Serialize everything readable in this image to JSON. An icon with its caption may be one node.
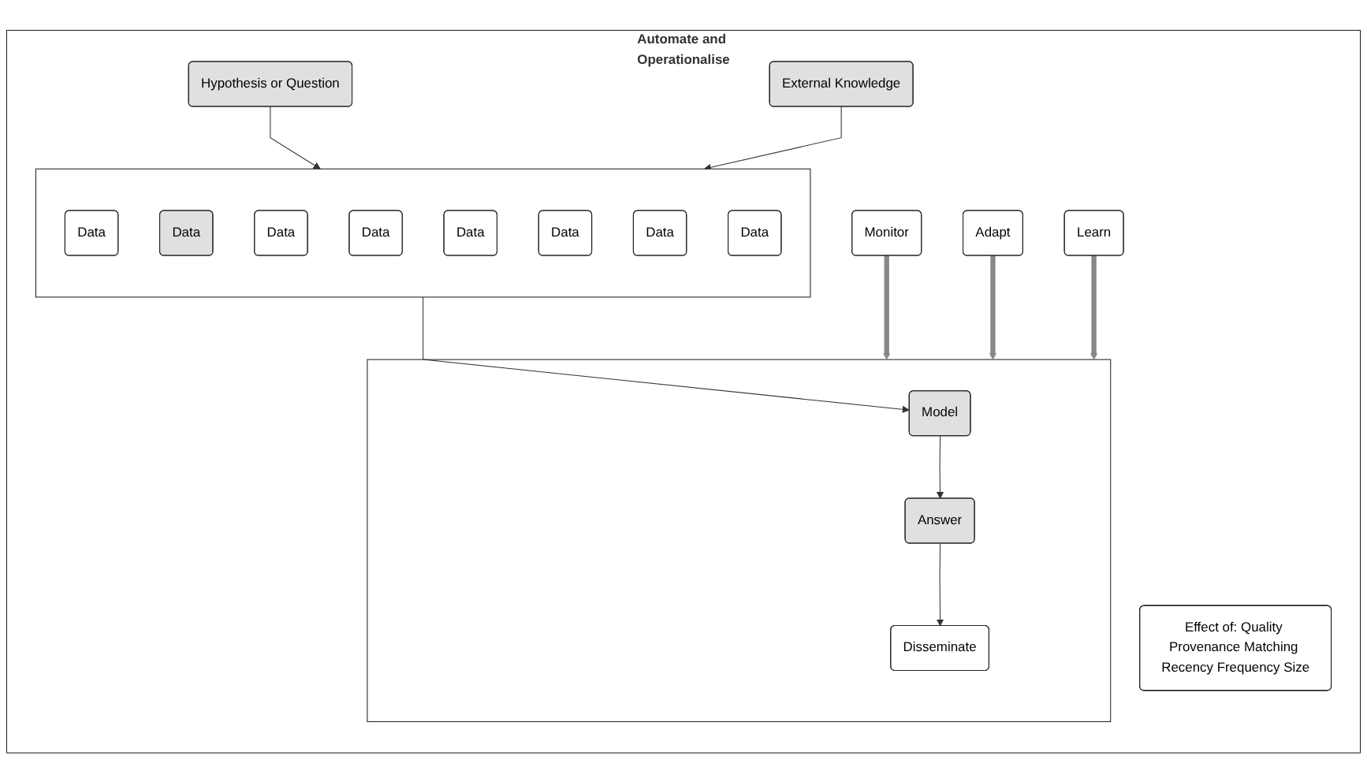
{
  "diagram": {
    "nodes": [
      {
        "text": [
          "Automate and Operationalise"
        ]
      },
      {
        "text": [
          "Hypothesis or Question"
        ],
        "in": 0
      },
      {
        "text": [
          "External Knowledge"
        ],
        "in": 0
      },
      {
        "text": [
          "Effect of: Quality Provenance Matching Recency Frequency Size"
        ],
        "in": 0
      },
      {
        "text": [],
        "shape": "box",
        "in": 0
      },
      {
        "text": [
          "Data"
        ],
        "in": 4
      },
      {
        "text": [
          "Data"
        ],
        "in": 4
      },
      {
        "text": [
          "Data"
        ],
        "in": 4
      },
      {
        "text": [
          "Data"
        ],
        "in": 4
      },
      {
        "text": [
          "Data"
        ],
        "in": 4
      },
      {
        "text": [
          "Data"
        ],
        "in": 4
      },
      {
        "text": [
          "Data"
        ],
        "in": 4
      },
      {
        "text": [
          "Data"
        ],
        "in": 4
      },
      {
        "text": [],
        "shape": "box",
        "in": 0
      },
      {
        "text": [
          "Model"
        ],
        "in": 13
      },
      {
        "text": [
          "Answer"
        ],
        "in": 13
      },
      {
        "text": [
          "Disseminate"
        ],
        "in": 13
      },
      {
        "text": [
          "Monitor"
        ],
        "in": 0
      },
      {
        "text": [
          "Adapt"
        ],
        "in": 0
      },
      {
        "text": [
          "Learn"
        ],
        "in": 0
      }
    ],
    "edges": [
      {
        "from": 1,
        "to": 4,
        "arrow": "to"
      },
      {
        "from": 2,
        "to": 4,
        "arrow": "to"
      },
      {
        "from": 4,
        "to": 14,
        "arrow": "to"
      },
      {
        "from": 14,
        "to": 15,
        "arrow": "to"
      },
      {
        "from": 15,
        "to": 16,
        "arrow": "to"
      },
      {
        "from": 17,
        "to": 13,
        "arrow": "to",
        "style": "thick",
        "color": "#888888"
      },
      {
        "from": 18,
        "to": 13,
        "arrow": "to",
        "style": "thick",
        "color": "#888888"
      },
      {
        "from": 19,
        "to": 13,
        "arrow": "to",
        "style": "thick",
        "color": "#888888"
      }
    ]
  }
}
